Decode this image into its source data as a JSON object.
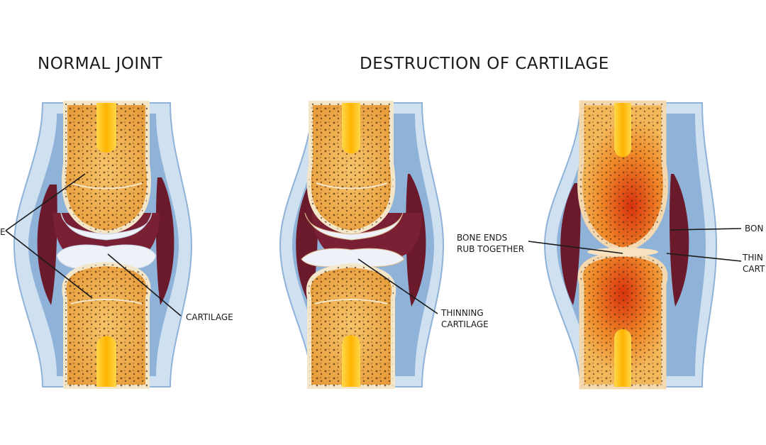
{
  "headings": {
    "normal": "NORMAL JOINT",
    "destruction": "DESTRUCTION OF CARTILAGE"
  },
  "labels": {
    "left_cut": "E",
    "cartilage": "CARTILAGE",
    "thinning_1": "THINNING",
    "thinning_2": "CARTILAGE",
    "bone_ends_1": "BONE ENDS",
    "bone_ends_2": "RUB TOGETHER",
    "right_top_cut": "BON",
    "right_thin_cut": "THIN",
    "right_cart_cut": "CART"
  },
  "colors": {
    "capsule_outer": "#cfe0f0",
    "capsule_inner": "#8fb2d8",
    "synovium": "#6b1a2c",
    "bone": "#f1b456",
    "bone_edge": "#f4e6c8",
    "marrow": "#ffcc00",
    "cartilage": "#eef2f8",
    "inflamed": "#e8521c"
  }
}
